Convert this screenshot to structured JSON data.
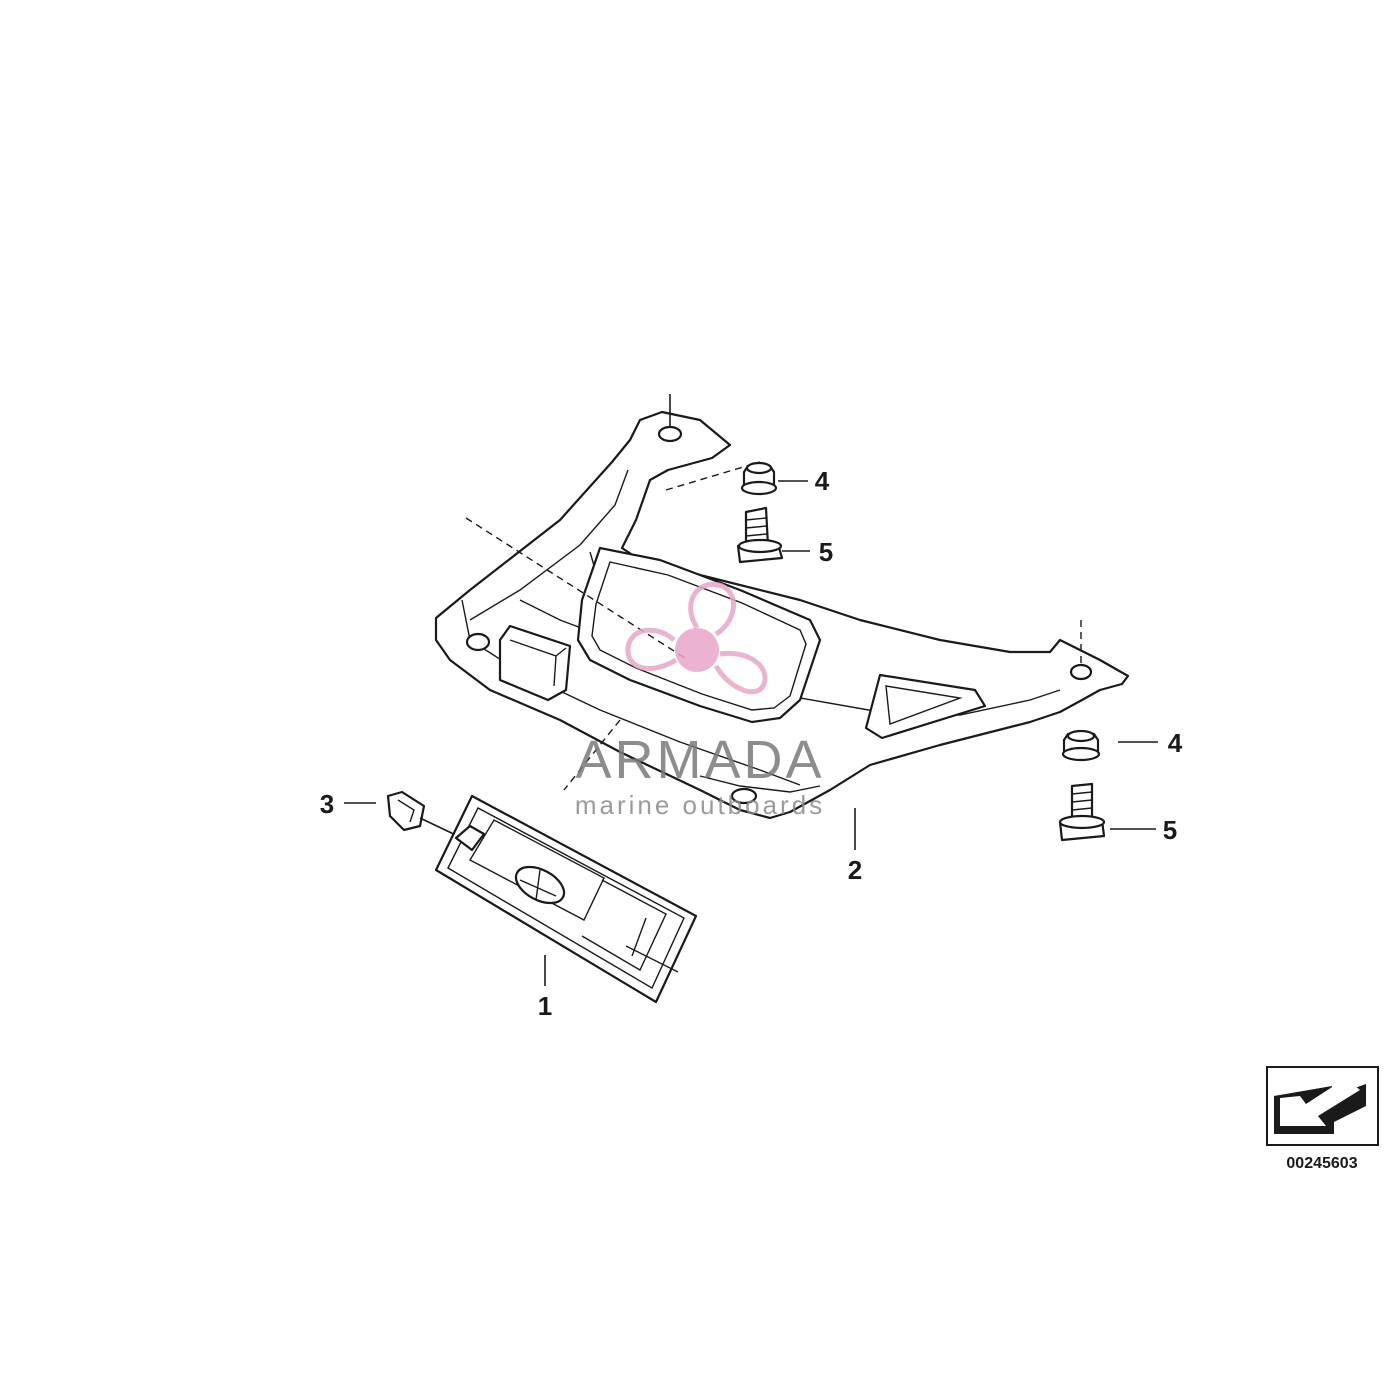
{
  "callouts": {
    "part_1": "1",
    "part_2": "2",
    "part_3": "3",
    "part_4_top": "4",
    "part_5_top": "5",
    "part_4_right": "4",
    "part_5_right": "5"
  },
  "catalog_number": "00245603",
  "watermark": {
    "brand": "ARMADA",
    "tagline": "marine outboards",
    "accent_color": "#e8a6c8"
  },
  "icons": {
    "direction_box": "arrow-direction-icon",
    "watermark_logo": "propeller-logo-icon"
  }
}
